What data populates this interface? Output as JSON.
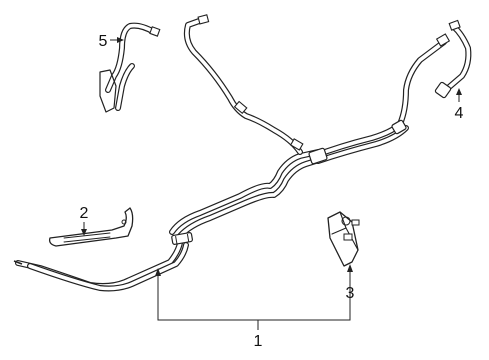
{
  "callouts": {
    "c1": "1",
    "c2": "2",
    "c3": "3",
    "c4": "4",
    "c5": "5"
  },
  "colors": {
    "line": "#222222",
    "background": "#ffffff"
  }
}
